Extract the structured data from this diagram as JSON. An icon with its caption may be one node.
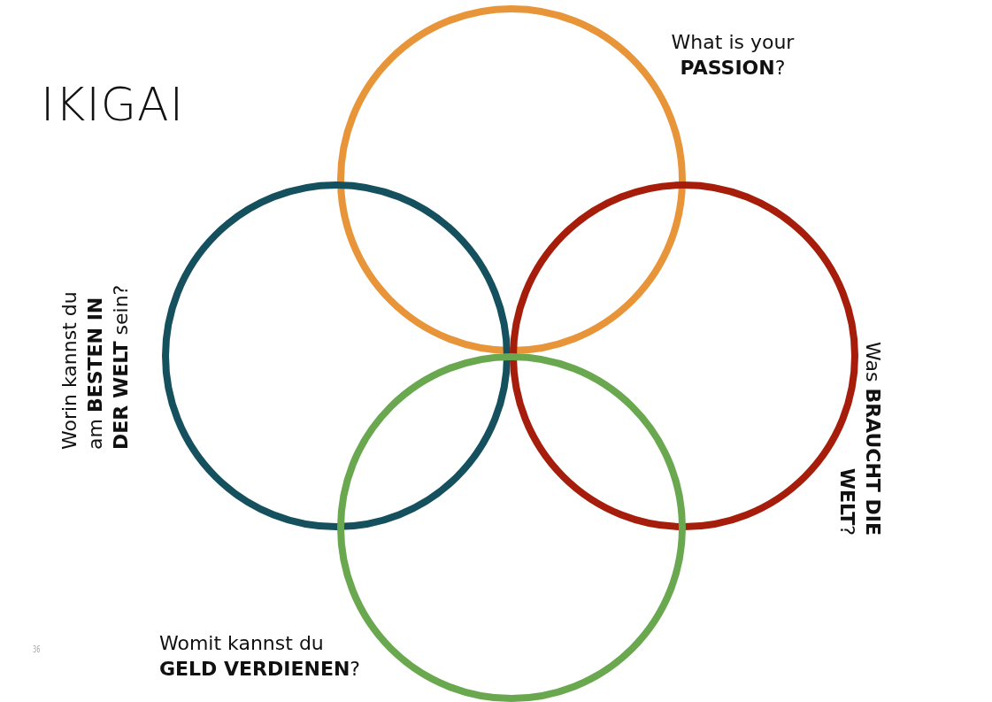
{
  "diagram": {
    "title": "IKIGAI",
    "nodes": [
      {
        "text": [
          "What is your **PASSION**?"
        ]
      },
      {
        "text": [
          "Worin kannst du am **BESTEN IN DER WELT** sein?"
        ]
      },
      {
        "text": [
          "Was **BRAUCHT DIE WELT**?"
        ]
      },
      {
        "text": [
          "Womit kannst du **GELD VERDIENEN**?"
        ]
      }
    ],
    "edges": [],
    "labels": [
      "36"
    ]
  }
}
